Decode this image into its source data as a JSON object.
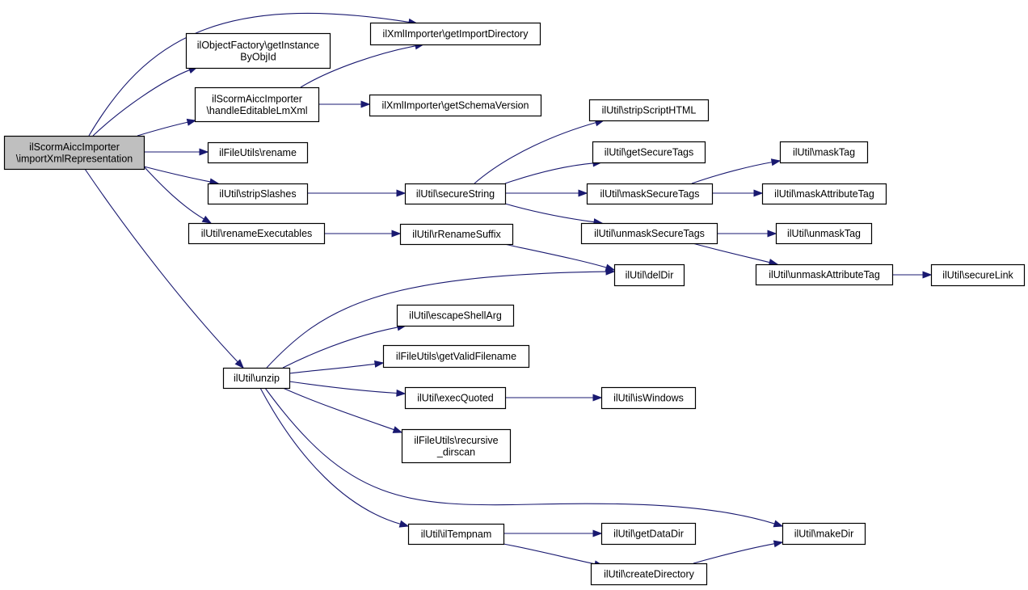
{
  "graph": {
    "colors": {
      "edge": "#191970",
      "root_fill": "#bfbfbf",
      "node_fill": "#ffffff",
      "border": "#000000"
    },
    "nodes": [
      {
        "id": "root",
        "lines": [
          "ilScormAiccImporter",
          "\\importXmlRepresentation"
        ],
        "root": true
      },
      {
        "id": "objfactory",
        "lines": [
          "ilObjectFactory\\getInstance",
          "ByObjId"
        ]
      },
      {
        "id": "importdir",
        "lines": [
          "ilXmlImporter\\getImportDirectory"
        ]
      },
      {
        "id": "handlelm",
        "lines": [
          "ilScormAiccImporter",
          "\\handleEditableLmXml"
        ]
      },
      {
        "id": "schemaver",
        "lines": [
          "ilXmlImporter\\getSchemaVersion"
        ]
      },
      {
        "id": "rename",
        "lines": [
          "ilFileUtils\\rename"
        ]
      },
      {
        "id": "stripslashes",
        "lines": [
          "ilUtil\\stripSlashes"
        ]
      },
      {
        "id": "renameexec",
        "lines": [
          "ilUtil\\renameExecutables"
        ]
      },
      {
        "id": "unzip",
        "lines": [
          "ilUtil\\unzip"
        ]
      },
      {
        "id": "securestring",
        "lines": [
          "ilUtil\\secureString"
        ]
      },
      {
        "id": "rrenamesuffix",
        "lines": [
          "ilUtil\\rRenameSuffix"
        ]
      },
      {
        "id": "stripscript",
        "lines": [
          "ilUtil\\stripScriptHTML"
        ]
      },
      {
        "id": "getsecuretags",
        "lines": [
          "ilUtil\\getSecureTags"
        ]
      },
      {
        "id": "masksecuretags",
        "lines": [
          "ilUtil\\maskSecureTags"
        ]
      },
      {
        "id": "unmasksecuretags",
        "lines": [
          "ilUtil\\unmaskSecureTags"
        ]
      },
      {
        "id": "masktag",
        "lines": [
          "ilUtil\\maskTag"
        ]
      },
      {
        "id": "maskattr",
        "lines": [
          "ilUtil\\maskAttributeTag"
        ]
      },
      {
        "id": "unmasktag",
        "lines": [
          "ilUtil\\unmaskTag"
        ]
      },
      {
        "id": "unmaskattr",
        "lines": [
          "ilUtil\\unmaskAttributeTag"
        ]
      },
      {
        "id": "securelink",
        "lines": [
          "ilUtil\\secureLink"
        ]
      },
      {
        "id": "deldir",
        "lines": [
          "ilUtil\\delDir"
        ]
      },
      {
        "id": "escapeshell",
        "lines": [
          "ilUtil\\escapeShellArg"
        ]
      },
      {
        "id": "validfilename",
        "lines": [
          "ilFileUtils\\getValidFilename"
        ]
      },
      {
        "id": "execquoted",
        "lines": [
          "ilUtil\\execQuoted"
        ]
      },
      {
        "id": "iswindows",
        "lines": [
          "ilUtil\\isWindows"
        ]
      },
      {
        "id": "recursive",
        "lines": [
          "ilFileUtils\\recursive",
          "_dirscan"
        ]
      },
      {
        "id": "tempnam",
        "lines": [
          "ilUtil\\ilTempnam"
        ]
      },
      {
        "id": "getdatadir",
        "lines": [
          "ilUtil\\getDataDir"
        ]
      },
      {
        "id": "makedir",
        "lines": [
          "ilUtil\\makeDir"
        ]
      },
      {
        "id": "createdir",
        "lines": [
          "ilUtil\\createDirectory"
        ]
      }
    ],
    "edges": [
      {
        "from": "root",
        "to": "importdir"
      },
      {
        "from": "root",
        "to": "objfactory"
      },
      {
        "from": "root",
        "to": "handlelm"
      },
      {
        "from": "root",
        "to": "rename"
      },
      {
        "from": "root",
        "to": "stripslashes"
      },
      {
        "from": "root",
        "to": "renameexec"
      },
      {
        "from": "root",
        "to": "unzip"
      },
      {
        "from": "handlelm",
        "to": "importdir"
      },
      {
        "from": "handlelm",
        "to": "schemaver"
      },
      {
        "from": "stripslashes",
        "to": "securestring"
      },
      {
        "from": "securestring",
        "to": "stripscript"
      },
      {
        "from": "securestring",
        "to": "getsecuretags"
      },
      {
        "from": "securestring",
        "to": "masksecuretags"
      },
      {
        "from": "securestring",
        "to": "unmasksecuretags"
      },
      {
        "from": "masksecuretags",
        "to": "masktag"
      },
      {
        "from": "masksecuretags",
        "to": "maskattr"
      },
      {
        "from": "unmasksecuretags",
        "to": "unmasktag"
      },
      {
        "from": "unmasksecuretags",
        "to": "unmaskattr"
      },
      {
        "from": "unmaskattr",
        "to": "securelink"
      },
      {
        "from": "renameexec",
        "to": "rrenamesuffix"
      },
      {
        "from": "rrenamesuffix",
        "to": "deldir"
      },
      {
        "from": "unzip",
        "to": "deldir"
      },
      {
        "from": "unzip",
        "to": "escapeshell"
      },
      {
        "from": "unzip",
        "to": "validfilename"
      },
      {
        "from": "unzip",
        "to": "execquoted"
      },
      {
        "from": "unzip",
        "to": "recursive"
      },
      {
        "from": "unzip",
        "to": "makedir"
      },
      {
        "from": "unzip",
        "to": "tempnam"
      },
      {
        "from": "execquoted",
        "to": "iswindows"
      },
      {
        "from": "tempnam",
        "to": "getdatadir"
      },
      {
        "from": "tempnam",
        "to": "createdir"
      },
      {
        "from": "createdir",
        "to": "makedir"
      }
    ]
  }
}
